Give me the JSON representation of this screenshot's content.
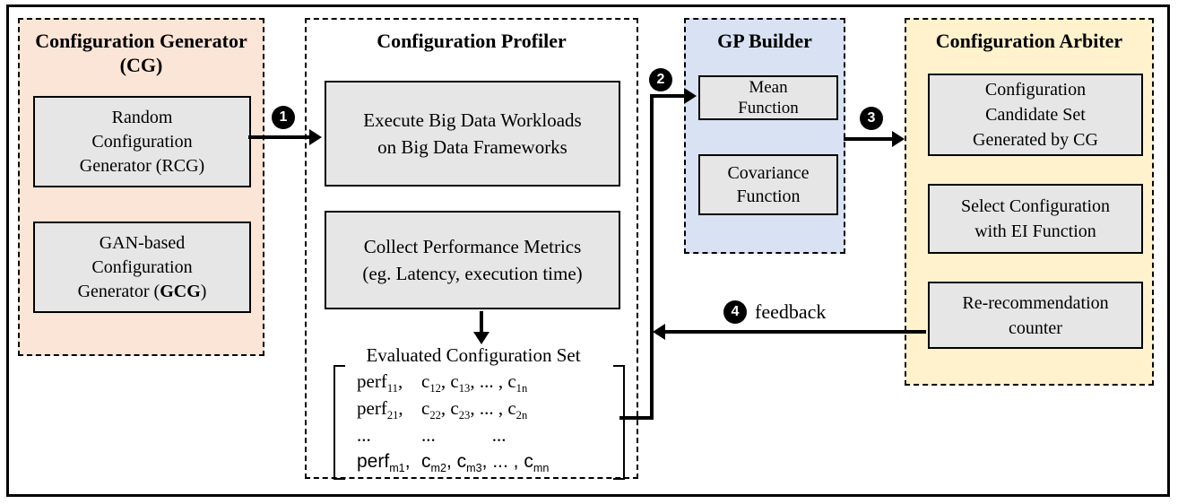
{
  "colors": {
    "cg_bg": "#FBE5D6",
    "gp_bg": "#D9E2F3",
    "arbiter_bg": "#FFF2CC",
    "node_bg": "#E7E6E6",
    "line": "#000000"
  },
  "badges": {
    "b1": "1",
    "b2": "2",
    "b3": "3",
    "b4": "4"
  },
  "cg": {
    "title_line1": "Configuration Generator",
    "title_line2": "(CG)",
    "rcg_line1": "Random",
    "rcg_line2": "Configuration",
    "rcg_line3": "Generator (RCG)",
    "gcg_line1": "GAN-based",
    "gcg_line2": "Configuration",
    "gcg_line3_pre": "Generator (",
    "gcg_line3_bold": "GCG",
    "gcg_line3_post": ")"
  },
  "profiler": {
    "title": "Configuration Profiler",
    "execute_line1": "Execute Big Data Workloads",
    "execute_line2": "on Big Data Frameworks",
    "collect_line1": "Collect Performance Metrics",
    "collect_line2": "(eg. Latency, execution time)",
    "matrix_label": "Evaluated Configuration Set",
    "matrix": {
      "rows": [
        {
          "col1": true,
          "sans": false,
          "segs": [
            {
              "t": "perf",
              "s": "11",
              "a": ","
            },
            {
              "t": "c",
              "s": "12",
              "a": ", "
            },
            {
              "t": "c",
              "s": "13",
              "a": ", ... , "
            },
            {
              "t": "c",
              "s": "1n",
              "a": ""
            }
          ]
        },
        {
          "col1": true,
          "sans": false,
          "segs": [
            {
              "t": "perf",
              "s": "21",
              "a": ","
            },
            {
              "t": "c",
              "s": "22",
              "a": ", "
            },
            {
              "t": "c",
              "s": "23",
              "a": ", ... , "
            },
            {
              "t": "c",
              "s": "2n",
              "a": ""
            }
          ]
        },
        {
          "col1": true,
          "sans": false,
          "segs": [
            {
              "t": "...",
              "s": "",
              "a": ""
            },
            {
              "t": "...",
              "s": "",
              "a": "   "
            },
            {
              "t": "...",
              "s": "",
              "a": ""
            }
          ]
        },
        {
          "col1": true,
          "sans": true,
          "segs": [
            {
              "t": "perf",
              "s": "m1",
              "a": ","
            },
            {
              "t": "c",
              "s": "m2",
              "a": ", "
            },
            {
              "t": "c",
              "s": "m3",
              "a": ", ... , "
            },
            {
              "t": "c",
              "s": "mn",
              "a": ""
            }
          ]
        }
      ]
    }
  },
  "gp": {
    "title": "GP Builder",
    "mean_line1": "Mean",
    "mean_line2": "Function",
    "cov_line1": "Covariance",
    "cov_line2": "Function"
  },
  "arbiter": {
    "title": "Configuration Arbiter",
    "cand_line1": "Configuration",
    "cand_line2": "Candidate Set",
    "cand_line3": "Generated by CG",
    "sel_line1": "Select Configuration",
    "sel_line2": "with EI Function",
    "cnt_line1": "Re-recommendation",
    "cnt_line2": "counter"
  },
  "arrows": {
    "feedback_label": "feedback"
  }
}
